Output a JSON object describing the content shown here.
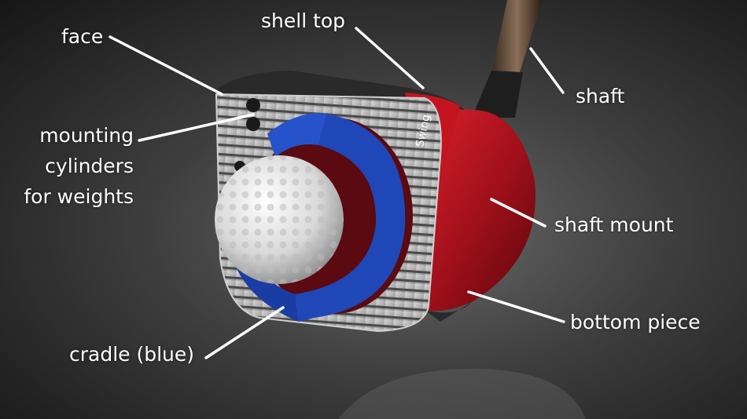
{
  "labels": {
    "face": "face",
    "shell_top": "shell top",
    "shaft": "shaft",
    "mounting_cylinders": [
      "mounting",
      "cylinders",
      "for weights"
    ],
    "shaft_mount": "shaft mount",
    "bottom_piece": "bottom piece",
    "cradle": "cradle (blue)"
  },
  "brand_text": "Swing",
  "colors": {
    "label_text": "#ffffff",
    "leader_line": "#ffffff",
    "cradle": "#1f47b8",
    "shell_red": "#b3121c",
    "face_silver": "#b8b8b8"
  }
}
